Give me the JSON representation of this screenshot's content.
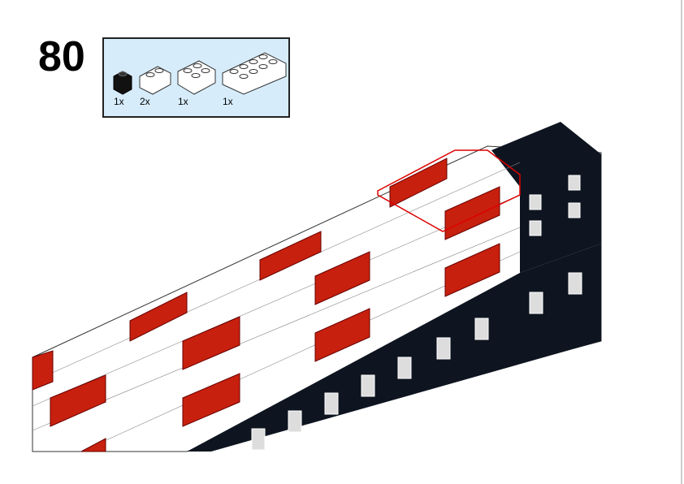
{
  "step_number": "80",
  "parts_list": [
    {
      "part": "brick-1x1",
      "color": "#111111",
      "quantity": "1x"
    },
    {
      "part": "brick-1x2",
      "color": "#ffffff",
      "quantity": "2x"
    },
    {
      "part": "brick-2x2",
      "color": "#ffffff",
      "quantity": "1x"
    },
    {
      "part": "brick-2x4",
      "color": "#ffffff",
      "quantity": "1x"
    }
  ],
  "colors": {
    "panel": "#d6ecfb",
    "red": "#c8200e",
    "black": "#0e1520",
    "white": "#ffffff"
  }
}
